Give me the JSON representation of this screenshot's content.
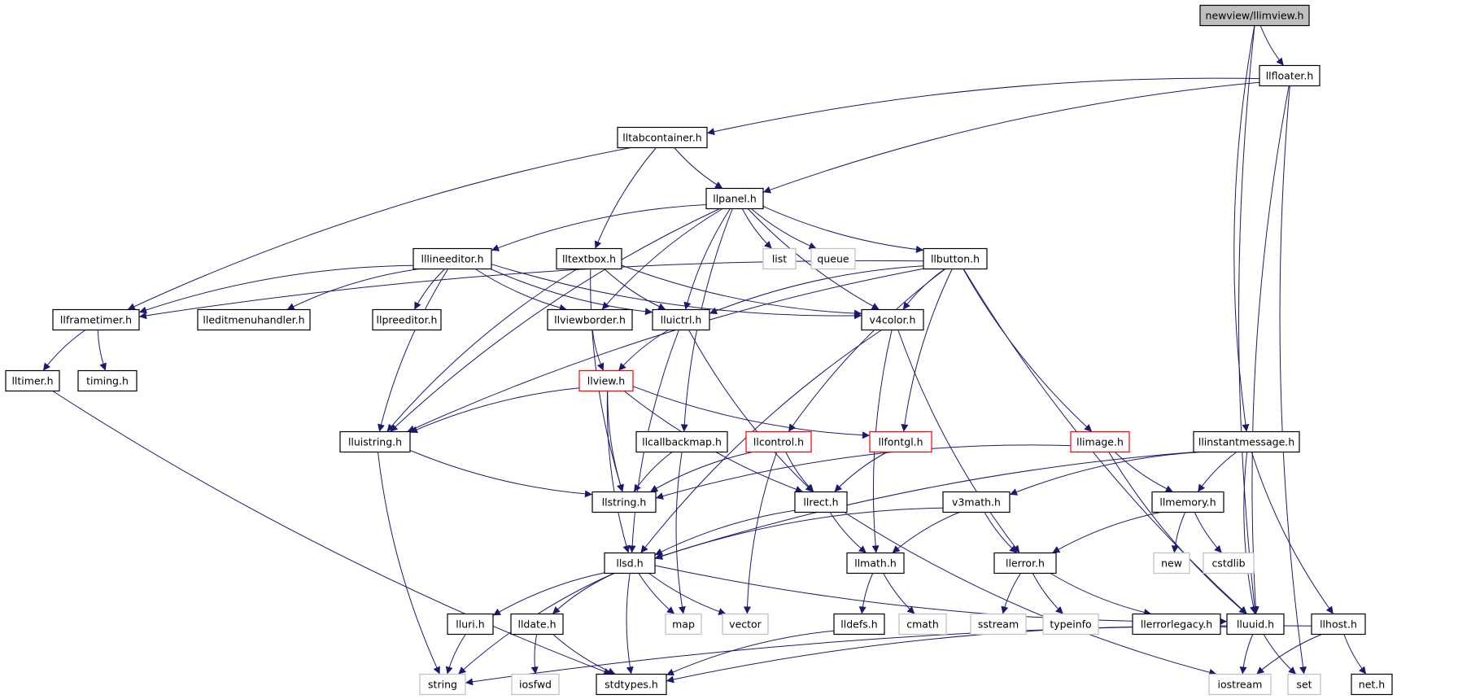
{
  "diagram": {
    "type": "include-dependency-graph",
    "colors": {
      "edge": "#191970",
      "root_fill": "#bfbfbf",
      "normal_border": "#000000",
      "truncated_border": "#ff0000",
      "external_border": "#bfbfbf",
      "external_text": "#000000"
    },
    "nodes": [
      {
        "id": "llimview",
        "label": "newview/llimview.h",
        "kind": "root"
      },
      {
        "id": "llfloater",
        "label": "llfloater.h",
        "kind": "normal"
      },
      {
        "id": "lltabcontainer",
        "label": "lltabcontainer.h",
        "kind": "normal"
      },
      {
        "id": "llpanel",
        "label": "llpanel.h",
        "kind": "normal"
      },
      {
        "id": "lllineeditor",
        "label": "lllineeditor.h",
        "kind": "normal"
      },
      {
        "id": "lltextbox",
        "label": "lltextbox.h",
        "kind": "normal"
      },
      {
        "id": "list",
        "label": "list",
        "kind": "external"
      },
      {
        "id": "queue",
        "label": "queue",
        "kind": "external"
      },
      {
        "id": "llbutton",
        "label": "llbutton.h",
        "kind": "normal"
      },
      {
        "id": "llframetimer",
        "label": "llframetimer.h",
        "kind": "normal"
      },
      {
        "id": "lleditmenuhandler",
        "label": "lleditmenuhandler.h",
        "kind": "normal"
      },
      {
        "id": "llpreeditor",
        "label": "llpreeditor.h",
        "kind": "normal"
      },
      {
        "id": "llviewborder",
        "label": "llviewborder.h",
        "kind": "normal"
      },
      {
        "id": "lluictrl",
        "label": "lluictrl.h",
        "kind": "normal"
      },
      {
        "id": "v4color",
        "label": "v4color.h",
        "kind": "normal"
      },
      {
        "id": "lltimer",
        "label": "lltimer.h",
        "kind": "normal"
      },
      {
        "id": "timing",
        "label": "timing.h",
        "kind": "normal"
      },
      {
        "id": "llview",
        "label": "llview.h",
        "kind": "truncated"
      },
      {
        "id": "lluistring",
        "label": "lluistring.h",
        "kind": "normal"
      },
      {
        "id": "llcallbackmap",
        "label": "llcallbackmap.h",
        "kind": "normal"
      },
      {
        "id": "llcontrol",
        "label": "llcontrol.h",
        "kind": "truncated"
      },
      {
        "id": "llfontgl",
        "label": "llfontgl.h",
        "kind": "truncated"
      },
      {
        "id": "llimage",
        "label": "llimage.h",
        "kind": "truncated"
      },
      {
        "id": "llinstantmessage",
        "label": "llinstantmessage.h",
        "kind": "normal"
      },
      {
        "id": "llstring",
        "label": "llstring.h",
        "kind": "normal"
      },
      {
        "id": "llrect",
        "label": "llrect.h",
        "kind": "normal"
      },
      {
        "id": "v3math",
        "label": "v3math.h",
        "kind": "normal"
      },
      {
        "id": "llmemory",
        "label": "llmemory.h",
        "kind": "normal"
      },
      {
        "id": "llsd",
        "label": "llsd.h",
        "kind": "normal"
      },
      {
        "id": "llmath",
        "label": "llmath.h",
        "kind": "normal"
      },
      {
        "id": "llerror",
        "label": "llerror.h",
        "kind": "normal"
      },
      {
        "id": "new",
        "label": "new",
        "kind": "external"
      },
      {
        "id": "cstdlib",
        "label": "cstdlib",
        "kind": "external"
      },
      {
        "id": "lluri",
        "label": "lluri.h",
        "kind": "normal"
      },
      {
        "id": "lldate",
        "label": "lldate.h",
        "kind": "normal"
      },
      {
        "id": "map",
        "label": "map",
        "kind": "external"
      },
      {
        "id": "vector",
        "label": "vector",
        "kind": "external"
      },
      {
        "id": "lldefs",
        "label": "lldefs.h",
        "kind": "normal"
      },
      {
        "id": "cmath",
        "label": "cmath",
        "kind": "external"
      },
      {
        "id": "sstream",
        "label": "sstream",
        "kind": "external"
      },
      {
        "id": "typeinfo",
        "label": "typeinfo",
        "kind": "external"
      },
      {
        "id": "llerrorlegacy",
        "label": "llerrorlegacy.h",
        "kind": "normal"
      },
      {
        "id": "lluuid",
        "label": "lluuid.h",
        "kind": "normal"
      },
      {
        "id": "llhost",
        "label": "llhost.h",
        "kind": "normal"
      },
      {
        "id": "string",
        "label": "string",
        "kind": "external"
      },
      {
        "id": "iosfwd",
        "label": "iosfwd",
        "kind": "external"
      },
      {
        "id": "stdtypes",
        "label": "stdtypes.h",
        "kind": "normal"
      },
      {
        "id": "iostream",
        "label": "iostream",
        "kind": "external"
      },
      {
        "id": "set",
        "label": "set",
        "kind": "external"
      },
      {
        "id": "neth",
        "label": "net.h",
        "kind": "normal"
      }
    ],
    "edges": [
      [
        "llimview",
        "llfloater"
      ],
      [
        "llimview",
        "llinstantmessage"
      ],
      [
        "llimview",
        "lluuid"
      ],
      [
        "llfloater",
        "lltabcontainer"
      ],
      [
        "llfloater",
        "llpanel"
      ],
      [
        "llfloater",
        "lluuid"
      ],
      [
        "llfloater",
        "set"
      ],
      [
        "lltabcontainer",
        "llframetimer"
      ],
      [
        "lltabcontainer",
        "llpanel"
      ],
      [
        "lltabcontainer",
        "lltextbox"
      ],
      [
        "llpanel",
        "lluistring"
      ],
      [
        "llpanel",
        "lllineeditor"
      ],
      [
        "llpanel",
        "llviewborder"
      ],
      [
        "llpanel",
        "lluictrl"
      ],
      [
        "llpanel",
        "llcallbackmap"
      ],
      [
        "llpanel",
        "list"
      ],
      [
        "llpanel",
        "queue"
      ],
      [
        "llpanel",
        "llbutton"
      ],
      [
        "llpanel",
        "v4color"
      ],
      [
        "lllineeditor",
        "llframetimer"
      ],
      [
        "lllineeditor",
        "lleditmenuhandler"
      ],
      [
        "lllineeditor",
        "llpreeditor"
      ],
      [
        "lllineeditor",
        "llviewborder"
      ],
      [
        "lllineeditor",
        "lluictrl"
      ],
      [
        "lllineeditor",
        "v4color"
      ],
      [
        "lllineeditor",
        "lluistring"
      ],
      [
        "lltextbox",
        "lluictrl"
      ],
      [
        "lltextbox",
        "v4color"
      ],
      [
        "lltextbox",
        "lluistring"
      ],
      [
        "lltextbox",
        "llstring"
      ],
      [
        "llbutton",
        "llframetimer"
      ],
      [
        "llbutton",
        "lluictrl"
      ],
      [
        "llbutton",
        "v4color"
      ],
      [
        "llbutton",
        "lluistring"
      ],
      [
        "llbutton",
        "llcontrol"
      ],
      [
        "llbutton",
        "llfontgl"
      ],
      [
        "llbutton",
        "llimage"
      ],
      [
        "llbutton",
        "lluuid"
      ],
      [
        "llframetimer",
        "lltimer"
      ],
      [
        "llframetimer",
        "timing"
      ],
      [
        "lltimer",
        "stdtypes"
      ],
      [
        "llviewborder",
        "llview"
      ],
      [
        "lluictrl",
        "llview"
      ],
      [
        "lluictrl",
        "llrect"
      ],
      [
        "lluictrl",
        "llsd"
      ],
      [
        "v4color",
        "llerror"
      ],
      [
        "v4color",
        "llmath"
      ],
      [
        "v4color",
        "llsd"
      ],
      [
        "llview",
        "lluistring"
      ],
      [
        "llview",
        "llstring"
      ],
      [
        "llview",
        "llfontgl"
      ],
      [
        "llview",
        "llrect"
      ],
      [
        "llview",
        "llsd"
      ],
      [
        "lluistring",
        "llstring"
      ],
      [
        "lluistring",
        "string"
      ],
      [
        "llcallbackmap",
        "llstring"
      ],
      [
        "llcallbackmap",
        "map"
      ],
      [
        "llcontrol",
        "llstring"
      ],
      [
        "llcontrol",
        "llrect"
      ],
      [
        "llcontrol",
        "vector"
      ],
      [
        "llfontgl",
        "llrect"
      ],
      [
        "llimage",
        "llstring"
      ],
      [
        "llimage",
        "llmemory"
      ],
      [
        "llimage",
        "lluuid"
      ],
      [
        "llinstantmessage",
        "llsd"
      ],
      [
        "llinstantmessage",
        "v3math"
      ],
      [
        "llinstantmessage",
        "llmemory"
      ],
      [
        "llinstantmessage",
        "lluuid"
      ],
      [
        "llinstantmessage",
        "llhost"
      ],
      [
        "llrect",
        "llsd"
      ],
      [
        "llrect",
        "llmath"
      ],
      [
        "llrect",
        "iostream"
      ],
      [
        "v3math",
        "llsd"
      ],
      [
        "v3math",
        "llmath"
      ],
      [
        "v3math",
        "llerror"
      ],
      [
        "llmemory",
        "llerror"
      ],
      [
        "llmemory",
        "new"
      ],
      [
        "llmemory",
        "cstdlib"
      ],
      [
        "llsd",
        "string"
      ],
      [
        "llsd",
        "lluri"
      ],
      [
        "llsd",
        "lldate"
      ],
      [
        "llsd",
        "map"
      ],
      [
        "llsd",
        "vector"
      ],
      [
        "llsd",
        "stdtypes"
      ],
      [
        "llsd",
        "lluuid"
      ],
      [
        "llmath",
        "lldefs"
      ],
      [
        "llmath",
        "cmath"
      ],
      [
        "llerror",
        "sstream"
      ],
      [
        "llerror",
        "typeinfo"
      ],
      [
        "llerror",
        "llerrorlegacy"
      ],
      [
        "lluri",
        "string"
      ],
      [
        "lldate",
        "iosfwd"
      ],
      [
        "lldate",
        "stdtypes"
      ],
      [
        "lldefs",
        "stdtypes"
      ],
      [
        "lluuid",
        "stdtypes"
      ],
      [
        "lluuid",
        "iostream"
      ],
      [
        "lluuid",
        "set"
      ],
      [
        "llhost",
        "string"
      ],
      [
        "llhost",
        "iostream"
      ],
      [
        "llhost",
        "neth"
      ]
    ]
  }
}
